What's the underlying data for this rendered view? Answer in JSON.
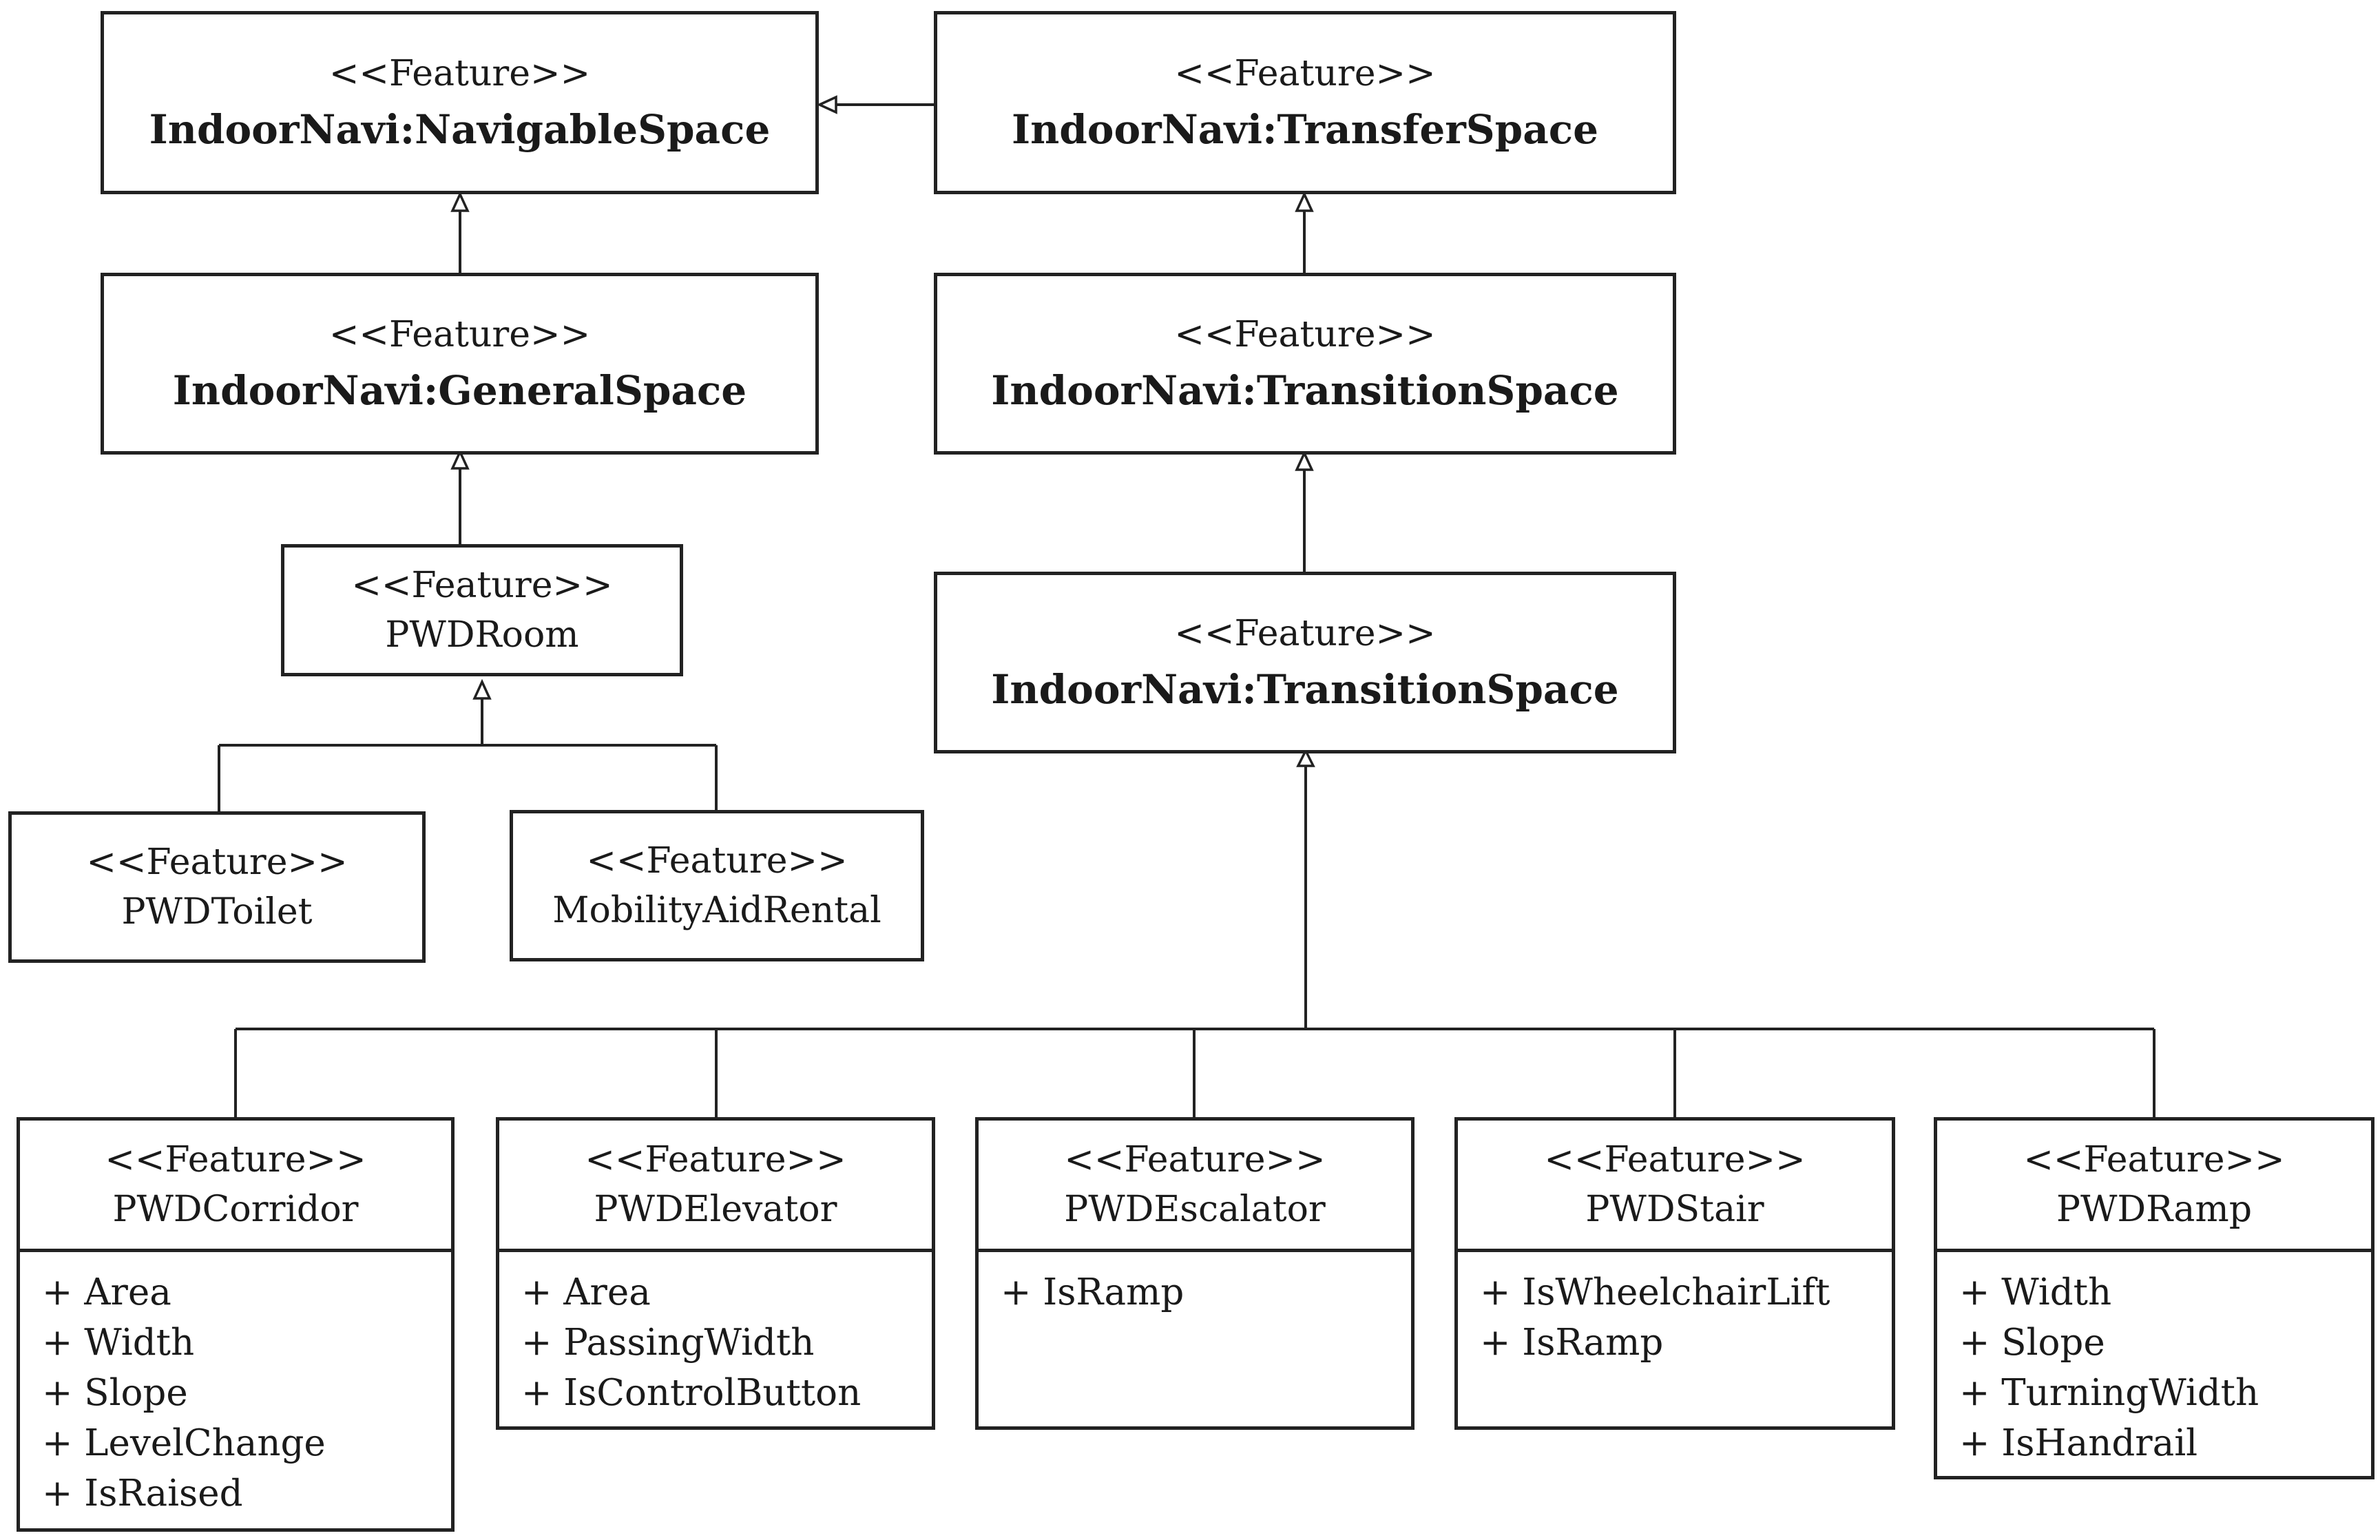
{
  "diagram": {
    "stereotype": "<<Feature>>",
    "classes": {
      "navigable_space": {
        "name": "IndoorNavi:NavigableSpace"
      },
      "transfer_space": {
        "name": "IndoorNavi:TransferSpace"
      },
      "general_space": {
        "name": "IndoorNavi:GeneralSpace"
      },
      "transition_space_1": {
        "name": "IndoorNavi:TransitionSpace"
      },
      "transition_space_2": {
        "name": "IndoorNavi:TransitionSpace"
      },
      "pwd_room": {
        "name": "PWDRoom"
      },
      "pwd_toilet": {
        "name": "PWDToilet"
      },
      "mobility_aid_rental": {
        "name": "MobilityAidRental"
      },
      "pwd_corridor": {
        "name": "PWDCorridor",
        "attributes": [
          "+ Area",
          "+ Width",
          "+ Slope",
          "+ LevelChange",
          "+ IsRaised"
        ]
      },
      "pwd_elevator": {
        "name": "PWDElevator",
        "attributes": [
          "+ Area",
          "+ PassingWidth",
          "+ IsControlButton"
        ]
      },
      "pwd_escalator": {
        "name": "PWDEscalator",
        "attributes": [
          "+ IsRamp"
        ]
      },
      "pwd_stair": {
        "name": "PWDStair",
        "attributes": [
          "+ IsWheelchairLift",
          "+ IsRamp"
        ]
      },
      "pwd_ramp": {
        "name": "PWDRamp",
        "attributes": [
          "+ Width",
          "+ Slope",
          "+ TurningWidth",
          "+ IsHandrail"
        ]
      }
    }
  }
}
